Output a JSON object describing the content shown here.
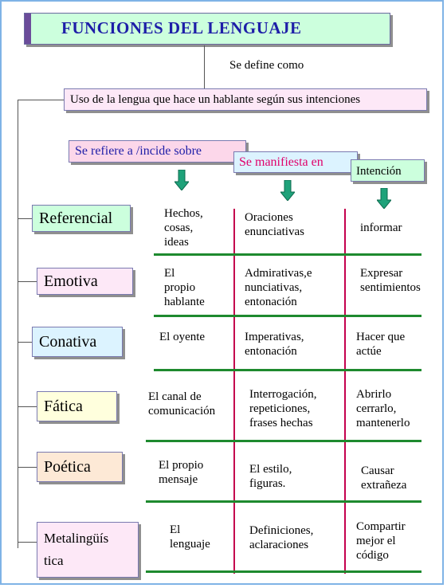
{
  "title": "FUNCIONES DEL LENGUAJE",
  "define_label": "Se define como",
  "definition": "Uso de la lengua que hace un hablante según sus intenciones",
  "headers": {
    "refiere": "Se refiere a /incide sobre",
    "manifiesta": "Se manifiesta en",
    "intencion": "Intención"
  },
  "functions": [
    {
      "name": "Referencial",
      "refiere": [
        "Hechos,",
        "cosas,",
        "ideas"
      ],
      "manifiesta": [
        "Oraciones",
        "enunciativas"
      ],
      "intencion": [
        "informar"
      ]
    },
    {
      "name": "Emotiva",
      "refiere": [
        "El",
        "propio",
        "hablante"
      ],
      "manifiesta": [
        "Admirativas,e",
        "nunciativas,",
        "entonación"
      ],
      "intencion": [
        "Expresar",
        "sentimientos"
      ]
    },
    {
      "name": "Conativa",
      "refiere": [
        "El oyente"
      ],
      "manifiesta": [
        "Imperativas,",
        "entonación"
      ],
      "intencion": [
        "Hacer que",
        "actúe"
      ]
    },
    {
      "name": "Fática",
      "refiere": [
        "El canal de",
        "comunicación"
      ],
      "manifiesta": [
        "Interrogación,",
        "repeticiones,",
        "frases hechas"
      ],
      "intencion": [
        "Abrirlo",
        "cerrarlo,",
        "mantenerlo"
      ]
    },
    {
      "name": "Poética",
      "refiere": [
        "El propio",
        "mensaje"
      ],
      "manifiesta": [
        "El estilo,",
        "figuras."
      ],
      "intencion": [
        "Causar",
        "extrañeza"
      ]
    },
    {
      "name": "Metalingüística",
      "name_lines": [
        "Metalingüís",
        "tica"
      ],
      "refiere": [
        "El",
        "lenguaje"
      ],
      "manifiesta": [
        "Definiciones,",
        "aclaraciones"
      ],
      "intencion": [
        "Compartir",
        "mejor el",
        "código"
      ]
    }
  ],
  "colors": {
    "title_bg": "#ccffdd",
    "title_text": "#1e1ea8",
    "definition_bg": "#fde8f7",
    "header_refiere_bg": "#fcd7ea",
    "header_refiere_text": "#1e1ea8",
    "header_manifiesta_bg": "#dcf3ff",
    "header_manifiesta_text": "#e0006a",
    "header_intencion_bg": "#ccffdd",
    "arrow": "#1fa27a",
    "row_line": "#1e8a2e",
    "column_line": "#c4004d",
    "func_bgs": [
      "#ccffdd",
      "#fde8f7",
      "#dcf3ff",
      "#ffffdd",
      "#fde9d6",
      "#fde8f7"
    ]
  }
}
